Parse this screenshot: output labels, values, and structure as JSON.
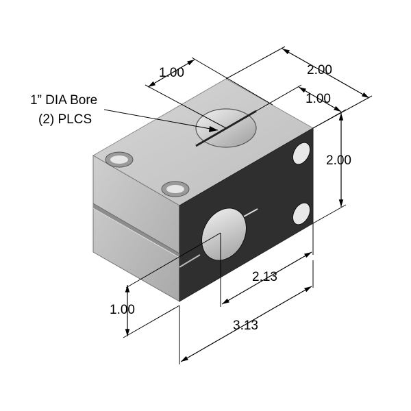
{
  "drawing": {
    "callout_line1": "1” DIA Bore",
    "callout_line2": "(2) PLCS",
    "dims": {
      "top_offset": "1.00",
      "depth": "2.00",
      "top_right_offset": "1.00",
      "height": "2.00",
      "front_offset": "2.13",
      "front_left_offset": "1.00",
      "length": "3.13"
    },
    "colors": {
      "top_face": "#c6c6c6",
      "left_face": "#bcbcbc",
      "right_face": "#2f2f2f",
      "line": "#000000"
    }
  }
}
